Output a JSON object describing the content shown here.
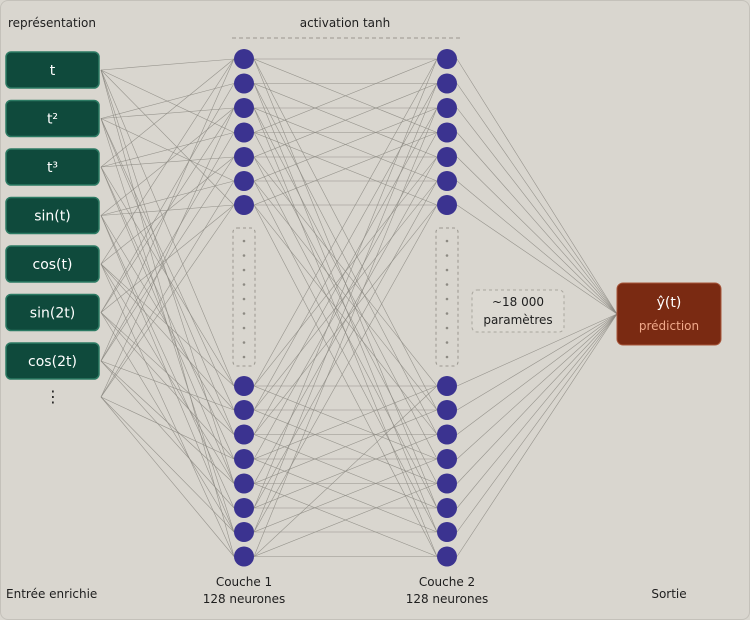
{
  "labels": {
    "representation": "représentation",
    "activation": "activation tanh",
    "input_footer": "Entrée enrichie",
    "layer1_line1": "Couche 1",
    "layer1_line2": "128 neurones",
    "layer2_line1": "Couche 2",
    "layer2_line2": "128 neurones",
    "output_footer": "Sortie"
  },
  "inputs": [
    "t",
    "t²",
    "t³",
    "sin(t)",
    "cos(t)",
    "sin(2t)",
    "cos(2t)"
  ],
  "input_more": "⋮",
  "params_line1": "~18 000",
  "params_line2": "paramètres",
  "output": {
    "title": "ŷ(t)",
    "subtitle": "prédiction"
  },
  "colors": {
    "background": "#d9d6cf",
    "input_box": "#0f4a3c",
    "input_border": "#2c7a63",
    "neuron": "#3b3390",
    "output_box": "#7a2a12",
    "output_sub": "#f0a98a",
    "edge": "#8a8780"
  }
}
